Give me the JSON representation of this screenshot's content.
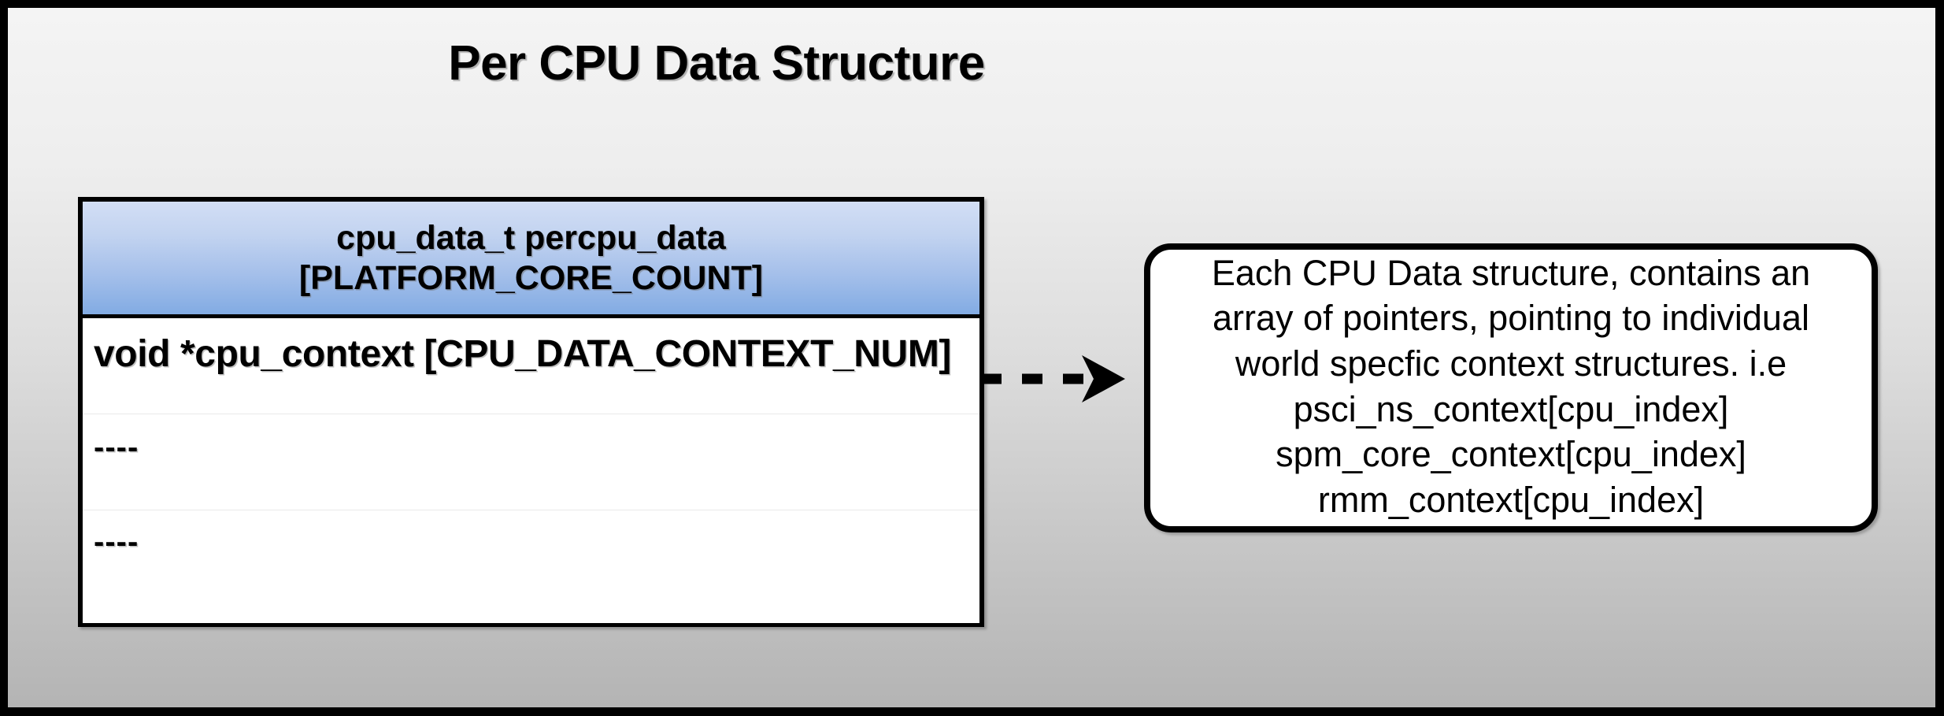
{
  "slide": {
    "title": "Per CPU Data Structure",
    "background": {
      "gradient_top": "#f4f4f4",
      "gradient_bottom": "#b4b4b4",
      "frame_color": "#000000"
    }
  },
  "struct_table": {
    "header": {
      "line1": "cpu_data_t percpu_data",
      "line2": "[PLATFORM_CORE_COUNT]",
      "fill_top": "#d2def5",
      "fill_bottom": "#82abe3"
    },
    "rows": [
      {
        "text": "void *cpu_context [CPU_DATA_CONTEXT_NUM]"
      },
      {
        "text": "----"
      },
      {
        "text": "----"
      }
    ]
  },
  "connector": {
    "style": "dashed-arrow",
    "direction": "right",
    "color": "#000000"
  },
  "callout": {
    "lines": [
      "Each CPU Data structure, contains an",
      "array of pointers, pointing to individual",
      "world specfic context structures. i.e",
      "psci_ns_context[cpu_index]",
      "spm_core_context[cpu_index]",
      "rmm_context[cpu_index]"
    ],
    "border_color": "#000000",
    "fill": "#ffffff"
  }
}
